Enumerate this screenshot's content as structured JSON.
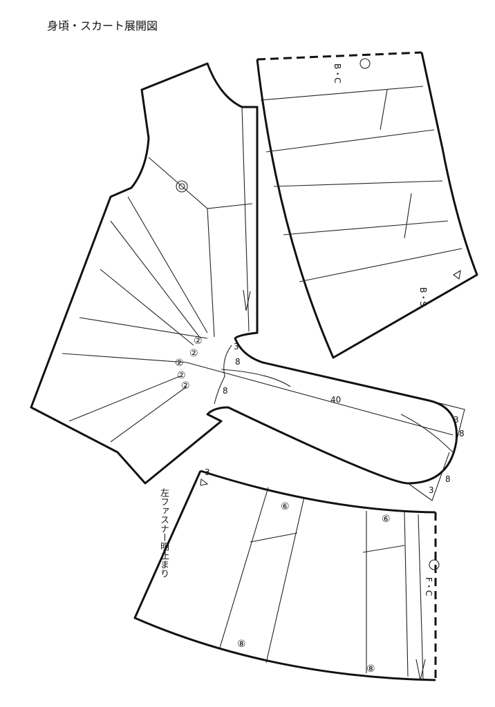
{
  "title": "身頃・スカート展開図",
  "labels": {
    "back_center": "B・C",
    "back_side": "B・S",
    "front_center": "F・C",
    "zipper_note": "左ファスナー明止まり",
    "zipper_num": "3",
    "sleeve_length": "40",
    "ease_3": "3",
    "ease_8": "8",
    "dart_2": "②",
    "skirt_6": "⑥",
    "skirt_8": "⑧"
  }
}
